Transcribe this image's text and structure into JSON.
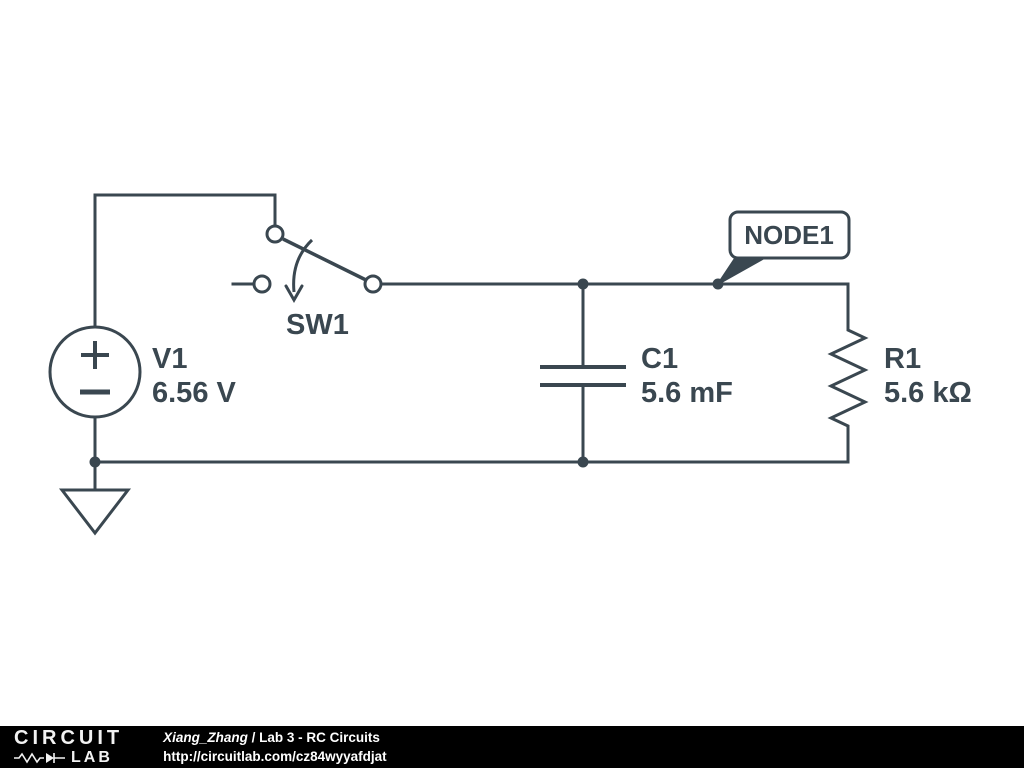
{
  "colors": {
    "stroke": "#3a4750",
    "background": "#ffffff",
    "footer_bg": "#000000",
    "footer_text": "#ffffff"
  },
  "circuit": {
    "components": {
      "v1": {
        "name": "V1",
        "value": "6.56 V"
      },
      "sw1": {
        "name": "SW1"
      },
      "c1": {
        "name": "C1",
        "value": "5.6 mF"
      },
      "r1": {
        "name": "R1",
        "value": "5.6 kΩ"
      },
      "node1": {
        "label": "NODE1"
      }
    }
  },
  "footer": {
    "logo_line1": "CIRCUIT",
    "logo_line2": "LAB",
    "author": "Xiang_Zhang",
    "sep": " / ",
    "title": "Lab 3 - RC Circuits",
    "url": "http://circuitlab.com/cz84wyyafdjat"
  }
}
